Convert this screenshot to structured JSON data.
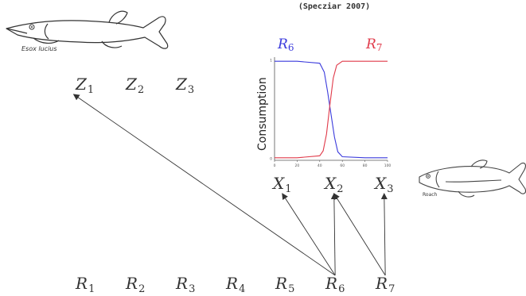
{
  "citation": "(Specziar 2007)",
  "pike": {
    "caption": "Esox lucius"
  },
  "roach": {
    "caption": "Roach"
  },
  "nodes": {
    "Z": [
      {
        "base": "Z",
        "sub": "1"
      },
      {
        "base": "Z",
        "sub": "2"
      },
      {
        "base": "Z",
        "sub": "3"
      }
    ],
    "X": [
      {
        "base": "X",
        "sub": "1"
      },
      {
        "base": "X",
        "sub": "2"
      },
      {
        "base": "X",
        "sub": "3"
      }
    ],
    "R": [
      {
        "base": "R",
        "sub": "1"
      },
      {
        "base": "R",
        "sub": "2"
      },
      {
        "base": "R",
        "sub": "3"
      },
      {
        "base": "R",
        "sub": "4"
      },
      {
        "base": "R",
        "sub": "5"
      },
      {
        "base": "R",
        "sub": "6"
      },
      {
        "base": "R",
        "sub": "7"
      }
    ]
  },
  "edges": [
    {
      "from": "R6",
      "to": "Z1"
    },
    {
      "from": "R6",
      "to": "X1"
    },
    {
      "from": "R6",
      "to": "X2"
    },
    {
      "from": "R7",
      "to": "X2"
    },
    {
      "from": "R7",
      "to": "X3"
    }
  ],
  "chart_data": {
    "type": "line",
    "ylabel": "Consumption",
    "xlim": [
      0,
      100
    ],
    "ylim": [
      0,
      1
    ],
    "x_ticks": [
      "0",
      "20",
      "40",
      "60",
      "80",
      "100"
    ],
    "y_ticks": [
      "0",
      "1"
    ],
    "series": [
      {
        "name": "R6",
        "base": "R",
        "sub": "6",
        "color": "#3a3adc",
        "x": [
          0,
          20,
          40,
          44,
          47,
          50,
          53,
          56,
          60,
          80,
          100
        ],
        "y": [
          0.99,
          0.99,
          0.97,
          0.88,
          0.68,
          0.45,
          0.22,
          0.07,
          0.02,
          0.01,
          0.01
        ]
      },
      {
        "name": "R7",
        "base": "R",
        "sub": "7",
        "color": "#e03a4a",
        "x": [
          0,
          20,
          40,
          43,
          46,
          49,
          52,
          55,
          60,
          80,
          100
        ],
        "y": [
          0.01,
          0.01,
          0.03,
          0.08,
          0.25,
          0.55,
          0.82,
          0.95,
          0.99,
          0.99,
          0.99
        ]
      }
    ],
    "grid": false
  }
}
